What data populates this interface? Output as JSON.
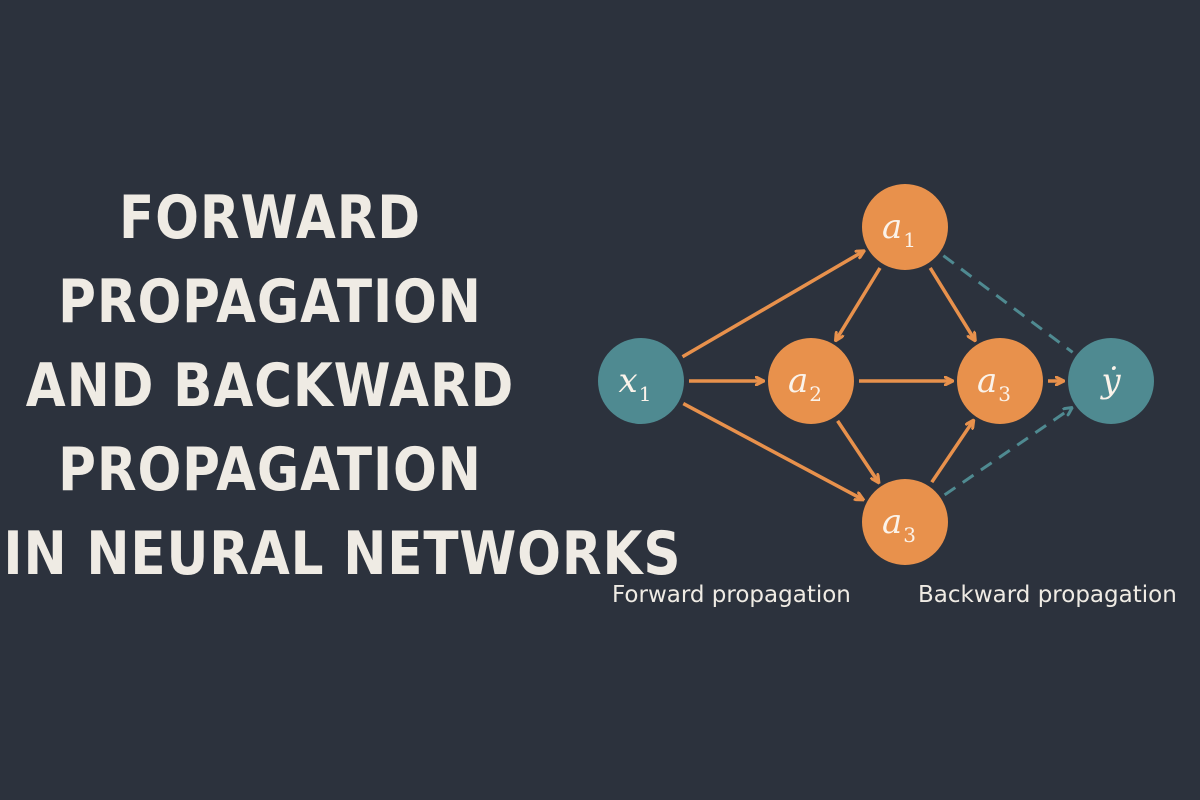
{
  "title": {
    "lines": [
      "FORWARD",
      "PROPAGATION",
      "AND BACKWARD",
      "PROPAGATION",
      "IN NEURAL NETWORKS"
    ]
  },
  "diagram": {
    "nodes": [
      {
        "id": "x1",
        "symbol": "x",
        "sub": "1",
        "role": "input"
      },
      {
        "id": "a1",
        "symbol": "a",
        "sub": "1",
        "role": "hidden"
      },
      {
        "id": "a2",
        "symbol": "a",
        "sub": "2",
        "role": "hidden"
      },
      {
        "id": "a3_mid",
        "symbol": "a",
        "sub": "3",
        "role": "hidden"
      },
      {
        "id": "a3_bottom",
        "symbol": "a",
        "sub": "3",
        "role": "hidden"
      },
      {
        "id": "y",
        "symbol": "ẏ",
        "sub": "",
        "role": "output"
      }
    ],
    "edges": [
      {
        "from": "x1",
        "to": "a1",
        "style": "solid"
      },
      {
        "from": "x1",
        "to": "a2",
        "style": "solid"
      },
      {
        "from": "x1",
        "to": "a3_bottom",
        "style": "solid"
      },
      {
        "from": "a1",
        "to": "a2",
        "style": "solid"
      },
      {
        "from": "a1",
        "to": "a3_mid",
        "style": "solid"
      },
      {
        "from": "a2",
        "to": "a3_mid",
        "style": "solid"
      },
      {
        "from": "a2",
        "to": "a3_bottom",
        "style": "solid"
      },
      {
        "from": "a3_bottom",
        "to": "a3_mid",
        "style": "solid"
      },
      {
        "from": "a3_mid",
        "to": "y",
        "style": "solid"
      },
      {
        "from": "a1",
        "to": "y",
        "style": "dashed"
      },
      {
        "from": "a3_bottom",
        "to": "y",
        "style": "dashed"
      }
    ],
    "colors": {
      "background": "#2c323d",
      "hidden_node": "#e8914c",
      "io_node": "#4f8a91",
      "forward_edge": "#e8914c",
      "backward_edge": "#4f8a91",
      "text": "#efebe4"
    }
  },
  "captions": {
    "forward": "Forward propagation",
    "backward": "Backward propagation"
  }
}
